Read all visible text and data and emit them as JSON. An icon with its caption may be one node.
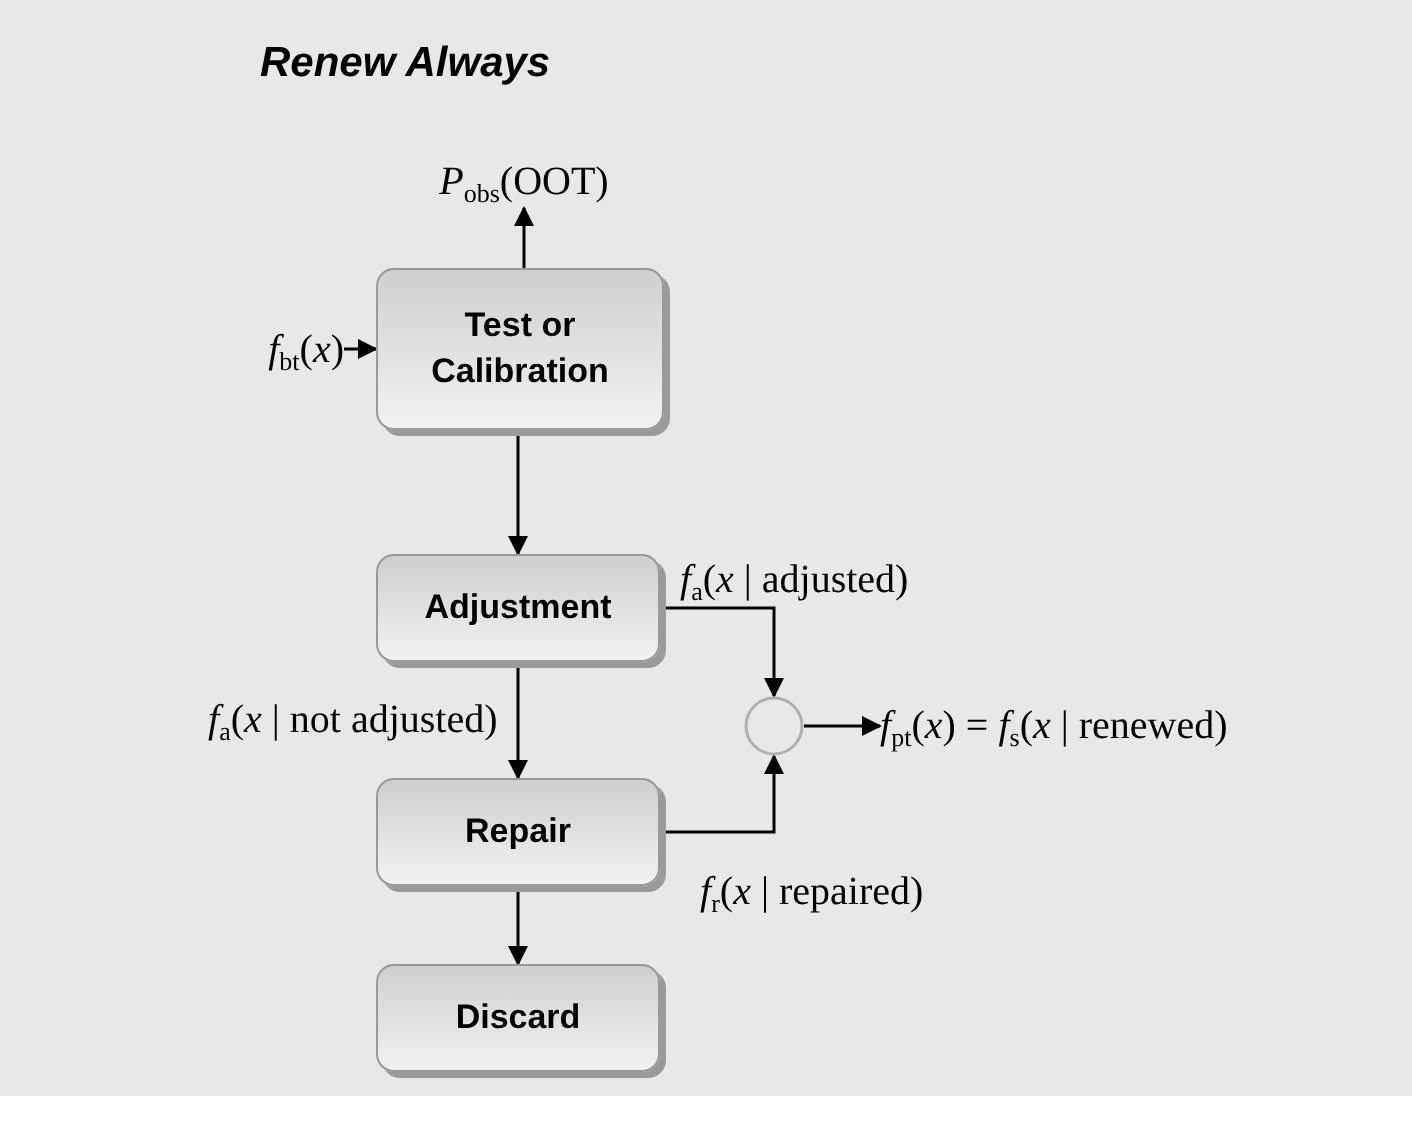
{
  "diagram": {
    "title": "Renew Always",
    "nodes": [
      {
        "text": [
          "Test or Calibration"
        ]
      },
      {
        "text": [
          "Adjustment"
        ]
      },
      {
        "text": [
          "Repair"
        ]
      },
      {
        "text": [
          "Discard"
        ]
      },
      {
        "text": [],
        "shape": "circle"
      },
      {
        "text": [
          "*P*$_{obs}$(OOT)"
        ]
      },
      {
        "text": [
          "*f*$_{bt}$(*x*)"
        ]
      },
      {
        "text": [
          "*f*$_{pt}$(*x*) = *f*$_{s}$(*x* | renewed)"
        ]
      }
    ],
    "edges": [
      {
        "from": 0,
        "to": 5,
        "arrow": "to"
      },
      {
        "from": 6,
        "to": 0,
        "arrow": "to"
      },
      {
        "from": 0,
        "to": 1,
        "arrow": "to"
      },
      {
        "from": 1,
        "to": 4,
        "arrow": "to",
        "label": "*f*$_{a}$(*x* | adjusted)"
      },
      {
        "from": 1,
        "to": 2,
        "arrow": "to",
        "label": "*f*$_{a}$(*x* | not adjusted)"
      },
      {
        "from": 2,
        "to": 4,
        "arrow": "to",
        "label": "*f*$_{r}$(*x* | repaired)"
      },
      {
        "from": 2,
        "to": 3,
        "arrow": "to"
      },
      {
        "from": 4,
        "to": 7,
        "arrow": "to"
      }
    ]
  }
}
